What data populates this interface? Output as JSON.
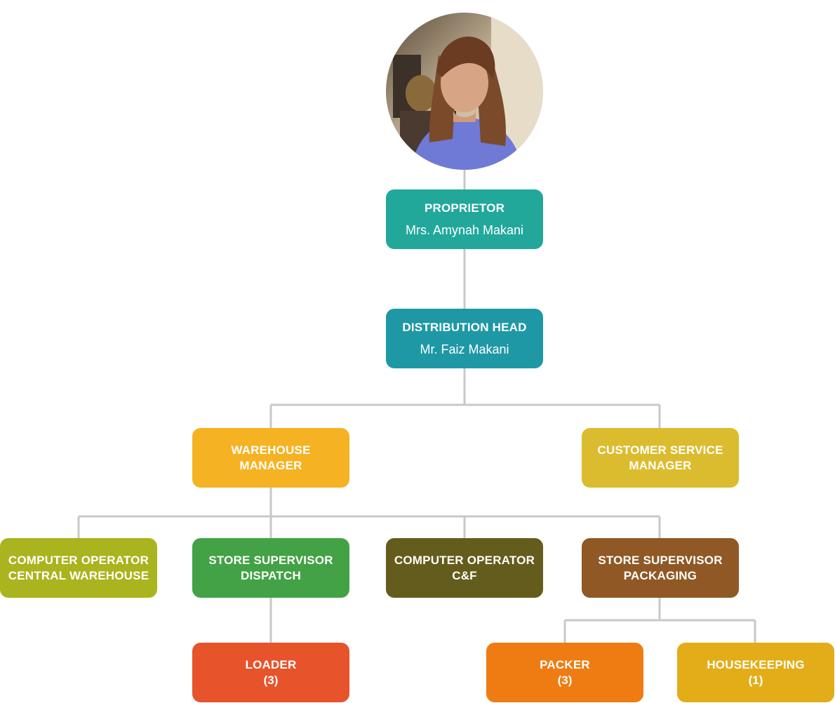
{
  "colors": {
    "connector": "#c8c8c8",
    "proprietor": "#21a89b",
    "distribution_head": "#1e98a5",
    "warehouse_manager": "#f5b223",
    "customer_service_manager": "#dcbc2f",
    "computer_operator_central": "#a9b41e",
    "store_supervisor_dispatch": "#42a245",
    "computer_operator_cf": "#645c1c",
    "store_supervisor_packaging": "#8f5825",
    "loader": "#e7532a",
    "packer": "#ef7c12",
    "housekeeping": "#e2ad18"
  },
  "avatar": {
    "icon": "person-photo-icon"
  },
  "proprietor": {
    "title": "PROPRIETOR",
    "name": "Mrs. Amynah Makani"
  },
  "distribution_head": {
    "title": "DISTRIBUTION HEAD",
    "name": "Mr. Faiz Makani"
  },
  "warehouse_manager": {
    "line1": "WAREHOUSE",
    "line2": "MANAGER"
  },
  "customer_service_manager": {
    "line1": "CUSTOMER SERVICE",
    "line2": "MANAGER"
  },
  "computer_operator_central": {
    "line1": "COMPUTER OPERATOR",
    "line2": "CENTRAL WAREHOUSE"
  },
  "store_supervisor_dispatch": {
    "line1": "STORE SUPERVISOR",
    "line2": "DISPATCH"
  },
  "computer_operator_cf": {
    "line1": "COMPUTER OPERATOR",
    "line2": "C&F"
  },
  "store_supervisor_packaging": {
    "line1": "STORE SUPERVISOR",
    "line2": "PACKAGING"
  },
  "loader": {
    "title": "LOADER",
    "count": "(3)"
  },
  "packer": {
    "title": "PACKER",
    "count": "(3)"
  },
  "housekeeping": {
    "title": "HOUSEKEEPING",
    "count": "(1)"
  }
}
